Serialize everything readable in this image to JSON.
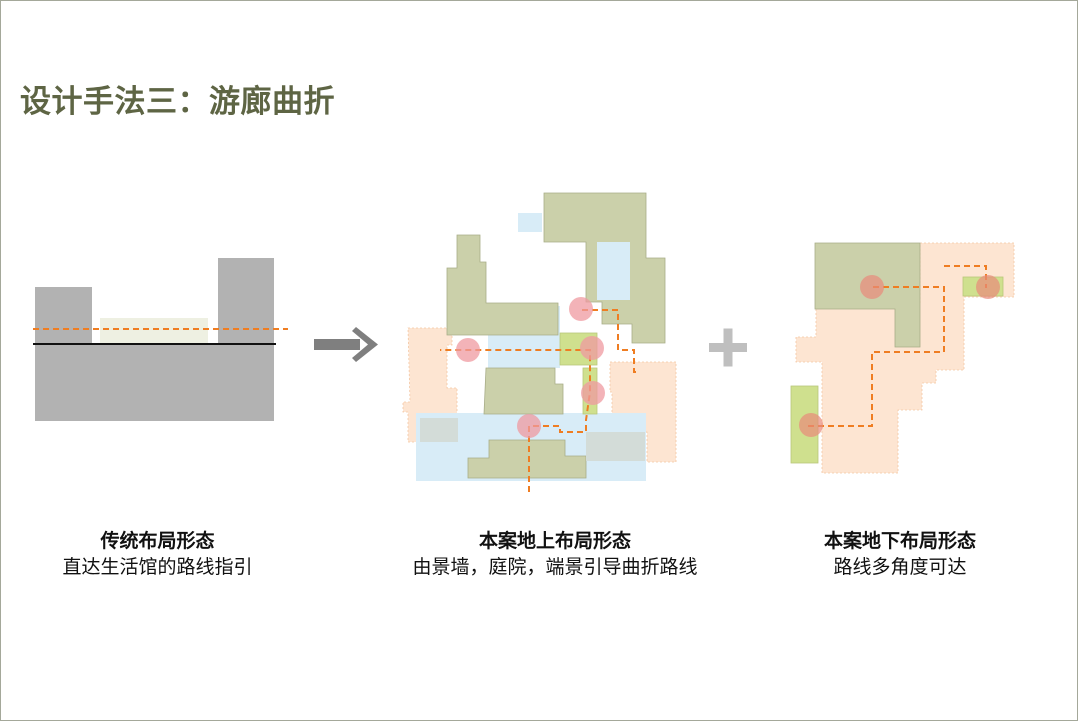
{
  "title": "设计手法三：游廊曲折",
  "captions": [
    {
      "heading": "传统布局形态",
      "sub": "直达生活馆的路线指引"
    },
    {
      "heading": "本案地上布局形态",
      "sub": "由景墙，庭院，端景引导曲折路线"
    },
    {
      "heading": "本案地下布局形态",
      "sub": "路线多角度可达"
    }
  ],
  "icons": {
    "arrow": "right-arrow-icon",
    "plus": "plus-icon"
  },
  "colors": {
    "title": "#5e6544",
    "building_gray": "#b2b2b2",
    "building_olive": "#cbd0aa",
    "water_blue": "#d8ecf7",
    "plaza_peach": "#fde5d2",
    "lawn_green": "#cfe08e",
    "node_red": "#ef9aa0",
    "path_orange": "#ef7d22",
    "icon_gray": "#7f7f7f"
  }
}
